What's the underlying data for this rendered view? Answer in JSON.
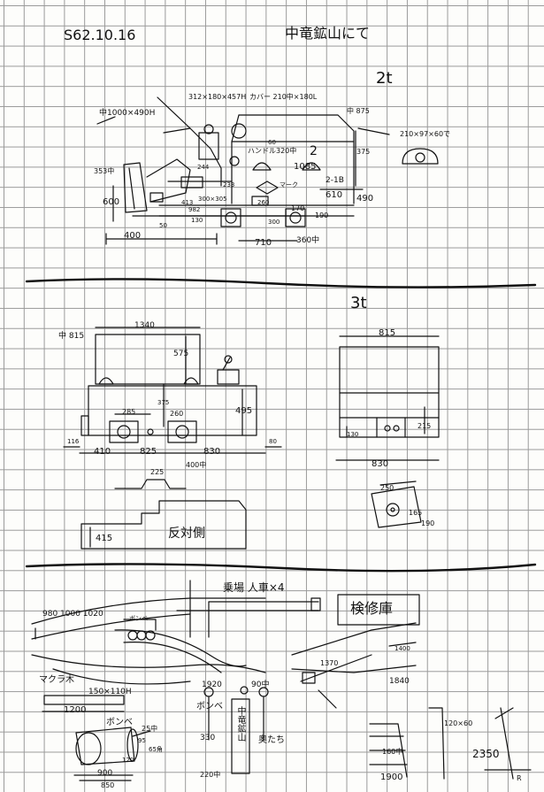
{
  "header": {
    "date": "S62.10.16",
    "title": "中竜鉱山にて"
  },
  "loco_2t": {
    "label": "2t",
    "dims": {
      "cab_d": "中1000×490H",
      "box_a": "312×180×457H",
      "cover_a": "カバー 210中×180L",
      "d_875": "中 875",
      "d_375": "375",
      "box_b": "210×97×60で",
      "handle": "ハンドル320中",
      "d_2": "2",
      "d_60": "60",
      "d_1085": "1085",
      "d_353": "353中",
      "d_600": "600",
      "d_244": "244",
      "d_233": "233",
      "d_300_305": "300×305",
      "mark": "マーク",
      "d_218": "2-1B",
      "d_610": "610",
      "d_490": "490",
      "d_413": "413",
      "d_982": "982",
      "d_260": "260",
      "d_170": "170",
      "d_190": "190",
      "d_130": "130",
      "d_50": "50",
      "d_400": "400",
      "d_300": "300",
      "d_710": "710",
      "d_360": "360中"
    }
  },
  "loco_3t": {
    "label": "3t",
    "side": {
      "d_815": "中 815",
      "d_1340": "1340",
      "d_575": "575",
      "d_375": "375",
      "d_285": "285",
      "d_260": "260",
      "d_495": "495",
      "d_116": "116",
      "d_410": "410",
      "d_825": "825",
      "d_830": "830",
      "d_400": "400中",
      "d_80": "80"
    },
    "front": {
      "d_815": "815",
      "d_130": "130",
      "d_215": "215",
      "d_830": "830"
    },
    "step": {
      "d_225": "225"
    },
    "plate": {
      "d_415": "415",
      "text": "反対側"
    },
    "lamp": {
      "d_250": "250",
      "d_165": "165",
      "d_190": "190"
    }
  },
  "yard": {
    "platform": "乗場 人車×4",
    "shed": "検修庫",
    "gauges": "980 1000 1020",
    "sign_label": "ボンベ",
    "sleeper": "マクラ木",
    "sleeper_dims": "150×110H",
    "sleeper_len": "1200",
    "d_1920": "1920",
    "d_90": "90中",
    "bombe_a": "ボンベ",
    "bombe_b": "ボンベ",
    "d_330": "330",
    "sign_text": "中竜鉱山",
    "sign_sub": "奥たち",
    "d_220": "220中",
    "tank_25": "25中",
    "tank_95": "95",
    "tank_65": "65角",
    "tank_120": "120",
    "tank_900": "900",
    "tank_850": "850",
    "sw_1370": "1370",
    "sw_1840": "1840",
    "sw_1400": "1400",
    "ladder_120": "120×60",
    "ladder_2350": "2350",
    "ladder_160": "160中",
    "ladder_1900": "1900",
    "ladder_r": "R"
  }
}
